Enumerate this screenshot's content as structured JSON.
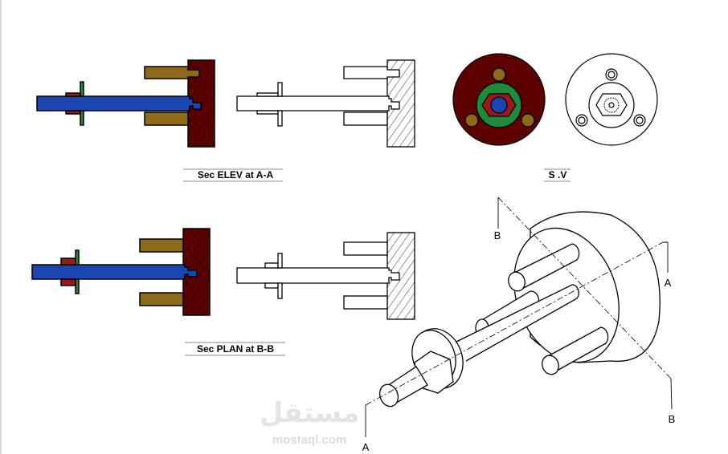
{
  "labels": {
    "elevation": "Sec ELEV at A-A",
    "side_view": "S  .V",
    "plan": "Sec PLAN at B-B"
  },
  "section_markers": {
    "b_top": "B",
    "a_right": "A",
    "b_bottom": "B",
    "a_bottom": "A"
  },
  "watermark": {
    "arabic": "مستقل",
    "latin": "mostaql.com"
  },
  "colors": {
    "shaft": "#1b45b0",
    "block": "#5c0000",
    "peg": "#8c6a1a",
    "washer": "#1f8a3a",
    "nut": "#9a1a1a"
  }
}
